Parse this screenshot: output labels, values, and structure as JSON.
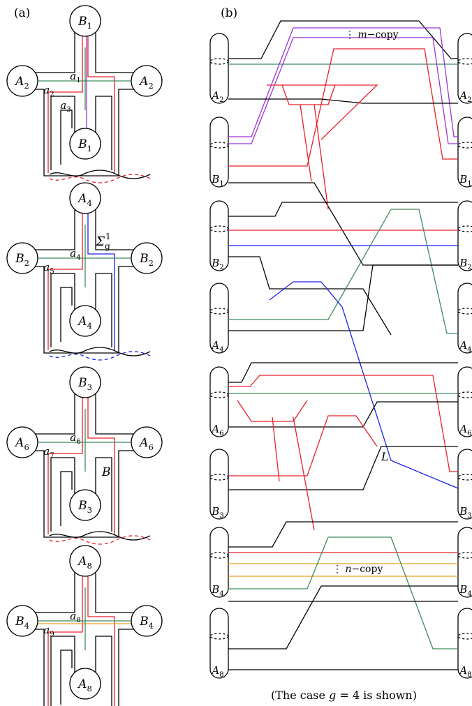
{
  "panels": {
    "a": {
      "label": "(a)"
    },
    "b": {
      "label": "(b)"
    }
  },
  "colors": {
    "black": "#000000",
    "red": "#e8202a",
    "purple": "#9b35d6",
    "green": "#3d8a5c",
    "blue": "#1a23e6",
    "orange": "#e8a020"
  },
  "panel_a": {
    "units": [
      {
        "top": "B",
        "top_sub": "1",
        "side": "A",
        "side_sub": "2",
        "inner": "B",
        "inner_sub": "1",
        "arcs": [
          {
            "n": "a",
            "s": "1"
          },
          {
            "n": "a",
            "s": "2"
          },
          {
            "n": "a",
            "s": "3"
          }
        ]
      },
      {
        "top": "A",
        "top_sub": "4",
        "side": "B",
        "side_sub": "2",
        "inner": "A",
        "inner_sub": "4",
        "arcs": [
          {
            "n": "a",
            "s": "4"
          },
          {
            "n": "a",
            "s": "5"
          }
        ]
      },
      {
        "top": "B",
        "top_sub": "3",
        "side": "A",
        "side_sub": "6",
        "inner": "B",
        "inner_sub": "3",
        "arcs": [
          {
            "n": "a",
            "s": "6"
          },
          {
            "n": "a",
            "s": "7"
          }
        ]
      },
      {
        "top": "A",
        "top_sub": "8",
        "side": "B",
        "side_sub": "4",
        "inner": "A",
        "inner_sub": "8",
        "arcs": [
          {
            "n": "a",
            "s": "8"
          },
          {
            "n": "a",
            "s": "9"
          }
        ]
      }
    ],
    "surface": {
      "sym": "Σ",
      "sub": "g",
      "sup": "1"
    },
    "curve_B": "B"
  },
  "panel_b": {
    "cylinders": [
      {
        "n": "A",
        "s": "2"
      },
      {
        "n": "B",
        "s": "1"
      },
      {
        "n": "B",
        "s": "2"
      },
      {
        "n": "A",
        "s": "4"
      },
      {
        "n": "A",
        "s": "6"
      },
      {
        "n": "B",
        "s": "3"
      },
      {
        "n": "B",
        "s": "4"
      },
      {
        "n": "A",
        "s": "8"
      }
    ],
    "m_copy": {
      "dots": "⋮",
      "m": "m",
      "rest": "−copy"
    },
    "n_copy": {
      "dots": "⋮",
      "n": "n",
      "rest": "−copy"
    },
    "curve_L": "L",
    "caption": {
      "pre": "(The case ",
      "g": "g",
      "post": " = 4 is shown)"
    }
  }
}
